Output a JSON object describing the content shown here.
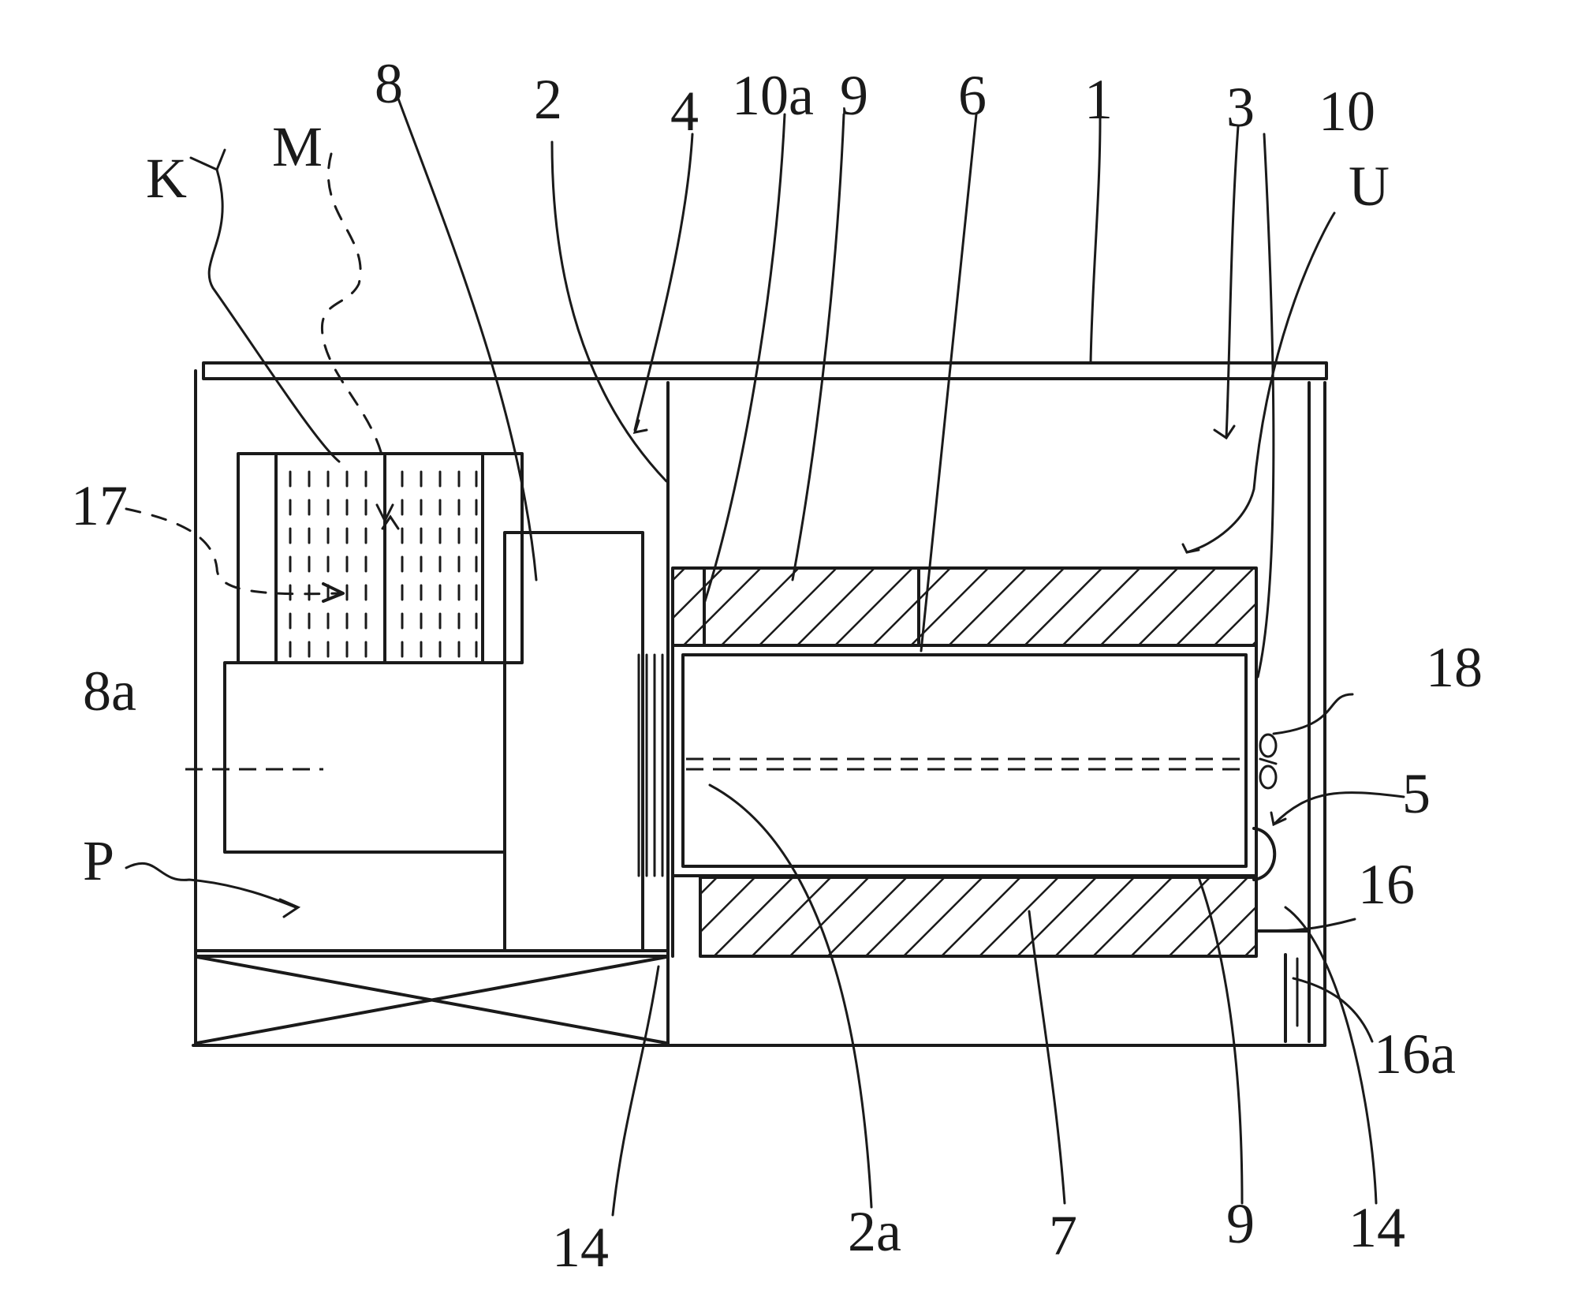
{
  "labels": {
    "l1": "1",
    "l2": "2",
    "l2a": "2a",
    "l3": "3",
    "l4": "4",
    "l5": "5",
    "l6": "6",
    "l7": "7",
    "l8": "8",
    "l8a": "8a",
    "l9_top": "9",
    "l9_bottom": "9",
    "l10": "10",
    "l10a": "10a",
    "l14_left": "14",
    "l14_right": "14",
    "l16": "16",
    "l16a": "16a",
    "l17": "17",
    "l18": "18",
    "lK": "K",
    "lM": "M",
    "lP": "P",
    "lU": "U"
  },
  "colors": {
    "ink": "#1a1a1a",
    "paper": "#ffffff"
  }
}
